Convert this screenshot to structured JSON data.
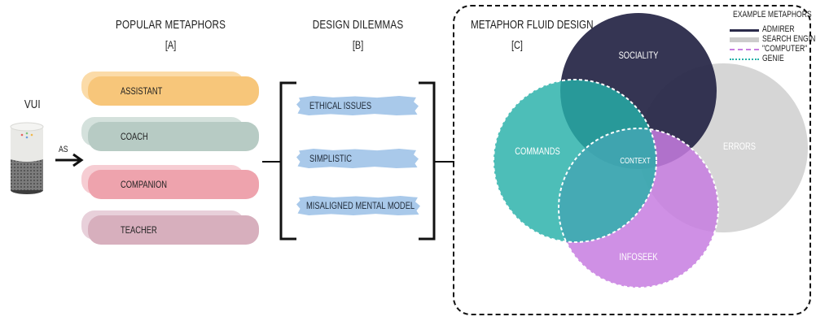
{
  "vui": {
    "label": "VUI",
    "arrow_label": "AS"
  },
  "popular_metaphors": {
    "title": "POPULAR METAPHORS",
    "tag": "[A]",
    "items": [
      {
        "label": "ASSISTANT",
        "color": "#f7c67a",
        "back_color": "#fbdba8"
      },
      {
        "label": "COACH",
        "color": "#b7cbc4",
        "back_color": "#d4e1dc"
      },
      {
        "label": "COMPANION",
        "color": "#eea3ad",
        "back_color": "#f6cdd3"
      },
      {
        "label": "TEACHER",
        "color": "#d7afbd",
        "back_color": "#e8d0da"
      }
    ]
  },
  "design_dilemmas": {
    "title": "DESIGN DILEMMAS",
    "tag": "[B]",
    "items": [
      {
        "label": "ETHICAL ISSUES"
      },
      {
        "label": "SIMPLISTIC"
      },
      {
        "label": "MISALIGNED MENTAL MODEL"
      }
    ],
    "color": "#a9c9ea"
  },
  "metaphor_fluid_design": {
    "title": "METAPHOR FLUID DESIGN",
    "tag": "[C]",
    "circles": {
      "sociality": {
        "label": "SOCIALITY",
        "color": "#2a2a4a"
      },
      "errors": {
        "label": "ERRORS",
        "color": "#c8c8c8"
      },
      "commands": {
        "label": "COMMANDS",
        "color": "#26b0a8"
      },
      "infoseek": {
        "label": "INFOSEEK",
        "color": "#c77de0"
      },
      "context": {
        "label": "CONTEXT"
      }
    },
    "legend": {
      "title": "EXAMPLE METAPHORS",
      "items": [
        {
          "label": "ADMIRER",
          "style": "solid",
          "color": "#2a2a4a"
        },
        {
          "label": "SEARCH ENGINE",
          "style": "solid-thick",
          "color": "#cccccc"
        },
        {
          "label": "\"COMPUTER\"",
          "style": "dashed",
          "color": "#c77de0"
        },
        {
          "label": "GENIE",
          "style": "dotted",
          "color": "#26b0a8"
        }
      ]
    }
  }
}
